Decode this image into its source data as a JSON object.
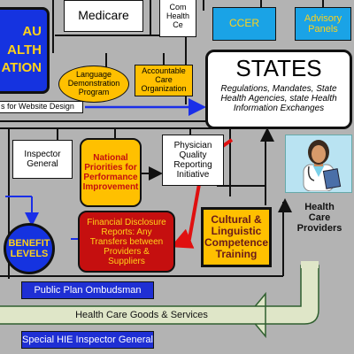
{
  "colors": {
    "background": "#b3b3b3",
    "bureau_blue": "#1533e0",
    "bureau_text": "#ffd21a",
    "cceр_fill": "#1aa3e6",
    "orange_fill": "#ffc000",
    "red_fill": "#c50f0f",
    "blue_label": "#1f2fd4",
    "arrow_blue": "#1a2fe8",
    "arrow_red": "#e01010",
    "arrow_green": "#2f8f2f",
    "flow_band": "#dfe6c8"
  },
  "nodes": {
    "bureau": {
      "line1": "AU",
      "line2": "ALTH",
      "line3": "ATION"
    },
    "medicare": "Medicare",
    "commissioner": {
      "line1": "Com",
      "line2": "Health",
      "line3": "Ce"
    },
    "ccer": "CCER",
    "advisory_panels": {
      "line1": "Advisory",
      "line2": "Panels"
    },
    "language_program": {
      "line1": "Language",
      "line2": "Demonstration",
      "line3": "Program"
    },
    "aco": {
      "line1": "Accountable",
      "line2": "Care",
      "line3": "Organization"
    },
    "states": {
      "title": "STATES",
      "subtitle_line1": "Regulations, Mandates, State",
      "subtitle_line2": "Health Agencies, state Health",
      "subtitle_line3": "Information Exchanges"
    },
    "website_design": "s for Website Design",
    "inspector_general": {
      "line1": "Inspector",
      "line2": "General"
    },
    "national_priorities": {
      "line1": "National",
      "line2": "Priorities for",
      "line3": "Performance",
      "line4": "Improvement"
    },
    "physician_quality": {
      "line1": "Physician",
      "line2": "Quality",
      "line3": "Reporting",
      "line4": "Initiative"
    },
    "financial_disclosure": {
      "line1": "Financial Disclosure",
      "line2": "Reports: Any",
      "line3": "Transfers between",
      "line4": "Providers &",
      "line5": "Suppliers"
    },
    "cultural_competence": {
      "line1": "Cultural &",
      "line2": "Linguistic",
      "line3": "Competence",
      "line4": "Training"
    },
    "benefit_levels": {
      "line1": "BENEFIT",
      "line2": "LEVELS"
    },
    "health_care_providers": {
      "line1": "Health",
      "line2": "Care",
      "line3": "Providers"
    },
    "public_plan_ombudsman": "Public Plan Ombudsman",
    "health_care_goods": "Health Care Goods & Services",
    "special_hie_inspector": "Special HIE Inspector General"
  }
}
